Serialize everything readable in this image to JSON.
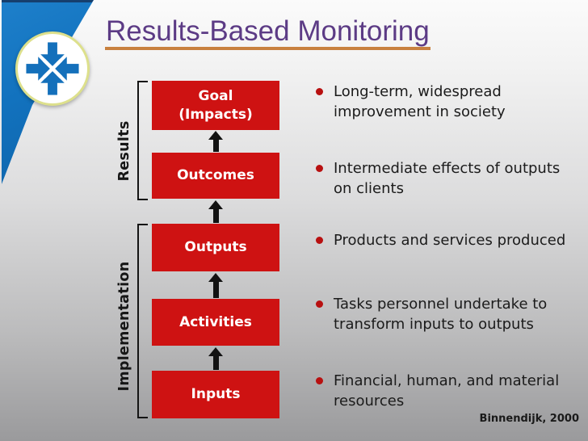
{
  "slide": {
    "title": "Results-Based Monitoring",
    "credit": "Binnendijk, 2000"
  },
  "diagram": {
    "brackets": [
      {
        "label": "Results"
      },
      {
        "label": "Implementation"
      }
    ],
    "boxes": [
      {
        "label": "Goal\n(Impacts)"
      },
      {
        "label": "Outcomes"
      },
      {
        "label": "Outputs"
      },
      {
        "label": "Activities"
      },
      {
        "label": "Inputs"
      }
    ],
    "arrow_direction": "up"
  },
  "bullets": [
    {
      "text": "Long-term, widespread\nimprovement in society"
    },
    {
      "text": "Intermediate effects of outputs\non clients"
    },
    {
      "text": "Products and services produced"
    },
    {
      "text": "Tasks personnel undertake to\ntransform inputs to outputs"
    },
    {
      "text": "Financial, human, and material\nresources"
    }
  ],
  "icons": {
    "logo": "converging-arrows-icon",
    "bullet": "bullet-dot-icon",
    "arrow": "up-arrow-icon"
  },
  "colors": {
    "box_red": "#CE1212",
    "bullet_red": "#B81010",
    "title_purple": "#5C3B85",
    "underline_orange": "#C8813F",
    "ribbon_blue": "#1272BE",
    "logo_ring_yellow": "#DDE08C",
    "text_dark": "#1B1B1B"
  }
}
